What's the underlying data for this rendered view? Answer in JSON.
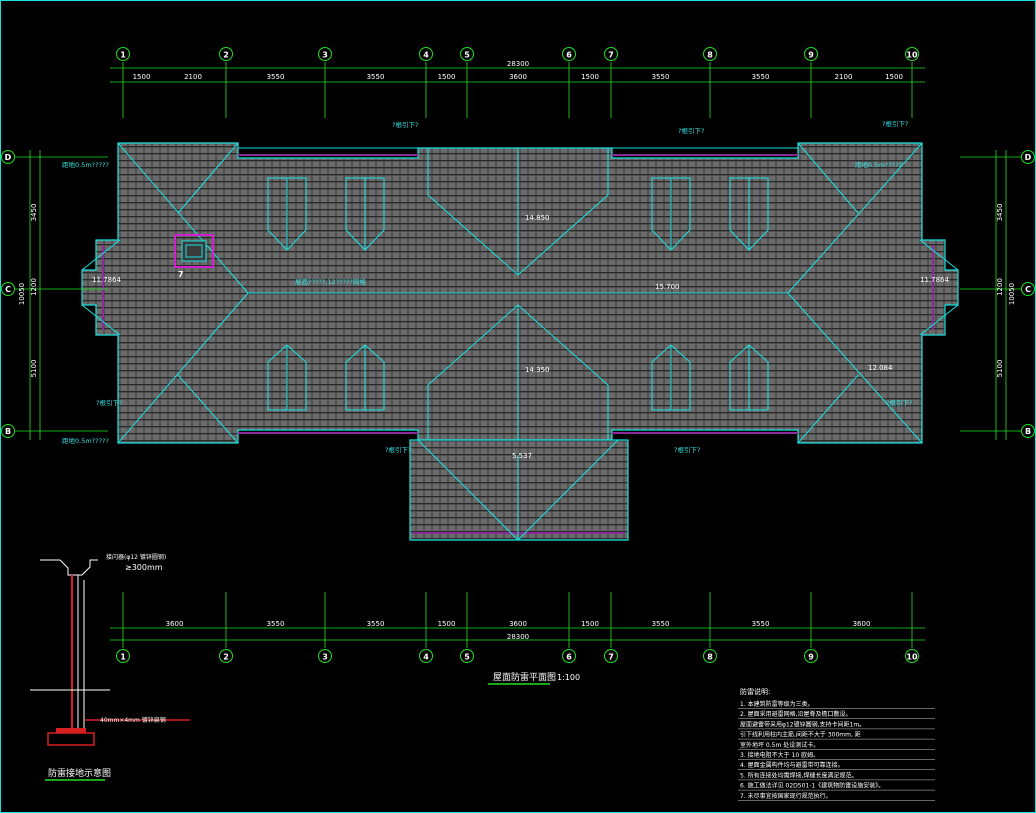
{
  "drawing": {
    "title": "屋面防雷平面图",
    "scale": "1:100",
    "total_dim": "28300",
    "roof_callout": "7"
  },
  "top_axes": [
    "1",
    "2",
    "3",
    "4",
    "5",
    "6",
    "7",
    "8",
    "9",
    "10"
  ],
  "top_dims": [
    "1500",
    "2100",
    "3550",
    "3550",
    "1500",
    "3600",
    "1500",
    "3550",
    "3550",
    "2100",
    "1500"
  ],
  "bottom_axes": [
    "1",
    "2",
    "3",
    "4",
    "5",
    "6",
    "7",
    "8",
    "9",
    "10"
  ],
  "bottom_dims": [
    "3600",
    "3550",
    "3550",
    "1500",
    "3600",
    "1500",
    "3550",
    "3550",
    "3600"
  ],
  "side_axes": [
    "D",
    "C",
    "B"
  ],
  "side_dims": [
    "3450",
    "1200",
    "5100"
  ],
  "side_total": "10050",
  "elevations": [
    "14.850",
    "14.350",
    "15.700",
    "11.7864",
    "11.7864",
    "12.084",
    "5.537"
  ],
  "annotations": [
    "?根引下?",
    "?根引下?",
    "?根引下?",
    "?根引下?",
    "?根引下?",
    "?根引下?",
    "?根引下?",
    "距地0.5m?????",
    "距地0.5m?????",
    "距地0.5m?????",
    "屋面?????,12?????网格"
  ],
  "detail": {
    "title": "防雷接地示意图",
    "label_top": "接闪器(φ12 镀锌圆钢)",
    "label_spacing": "≥300mm",
    "label_mid": "40mm×4mm 镀锌扁钢"
  },
  "notes": {
    "heading": "防雷说明:",
    "lines": [
      "1. 本建筑防雷等级为三类。",
      "2. 屋面采用避雷网格,沿屋脊及檐口敷设。",
      "   屋面避雷带采用φ12镀锌圆钢,支持卡间距1m。",
      "   引下线利用柱内主筋,间距不大于 300mm, 距",
      "   室外地坪 0.5m 处设测试卡。",
      "3. 接地电阻不大于 10 欧姆。",
      "4. 屋面金属构件均与避雷带可靠连接。",
      "5. 所有连接处均需焊接,焊缝长度满足规范。",
      "6. 施工做法详见 02D501-1《建筑物防雷设施安装》。",
      "7. 未尽事宜按国家现行规范执行。"
    ]
  },
  "colors": {
    "line_cyan": "#18e0e0",
    "dim_green": "#22e022",
    "roof_fill": "#585858",
    "magenta": "#d020d0",
    "purple": "#8a2a9a"
  }
}
